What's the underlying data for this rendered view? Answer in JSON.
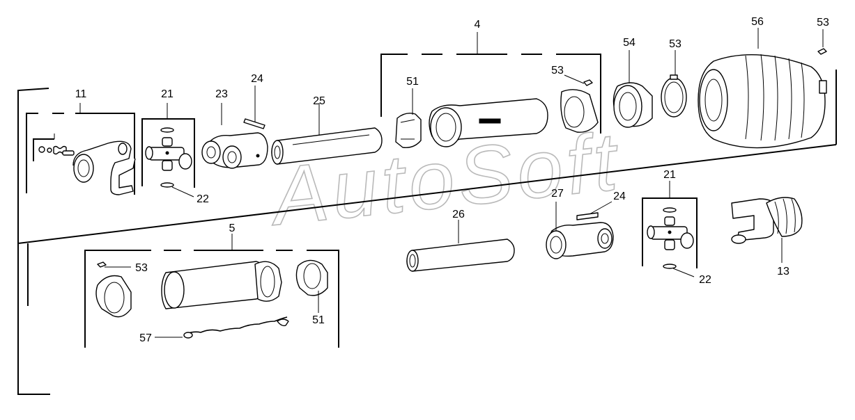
{
  "labels": {
    "l11": "11",
    "l21a": "21",
    "l22a": "22",
    "l23": "23",
    "l24a": "24",
    "l25": "25",
    "l4": "4",
    "l51a": "51",
    "l53a": "53",
    "l54": "54",
    "l53b": "53",
    "l56": "56",
    "l53c": "53",
    "l5": "5",
    "l53d": "53",
    "l51b": "51",
    "l57": "57",
    "l26": "26",
    "l27": "27",
    "l24b": "24",
    "l21b": "21",
    "l22b": "22",
    "l13": "13"
  },
  "watermark": "AutoSoft",
  "icons": {
    "yoke": "tractor-yoke-icon",
    "cross": "universal-joint-cross-icon",
    "tube": "profile-tube-icon",
    "guard": "guard-cone-icon",
    "bellows": "bellows-icon",
    "chain": "safety-chain-icon"
  }
}
